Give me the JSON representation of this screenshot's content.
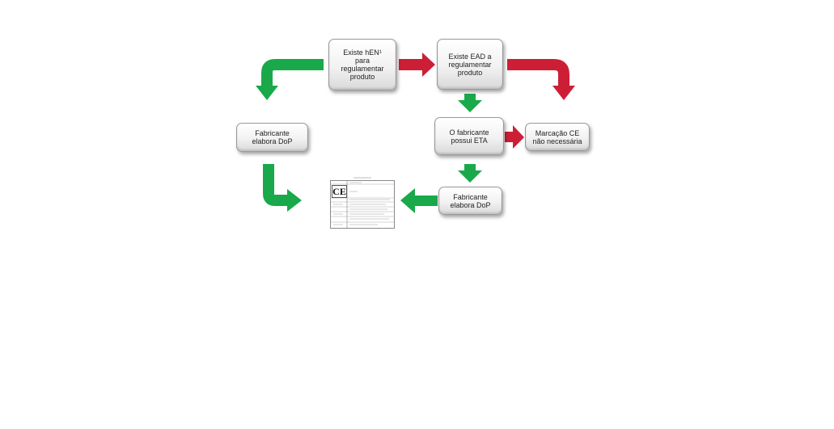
{
  "boxes": {
    "hen": "Existe hEN¹\npara\nregulamentar\nproduto",
    "ead": "Existe EAD a\nregulamentar\nproduto",
    "fab_left": "Fabricante\nelabora DoP",
    "eta": "O fabricante\npossui ETA",
    "ce_not_needed": "Marcação CE\nnão necessária",
    "fab_right": "Fabricante\nelabora DoP"
  },
  "document": {
    "mark": "CE"
  },
  "colors": {
    "yes_arrow": "#19a94a",
    "no_arrow": "#cc1f36"
  }
}
